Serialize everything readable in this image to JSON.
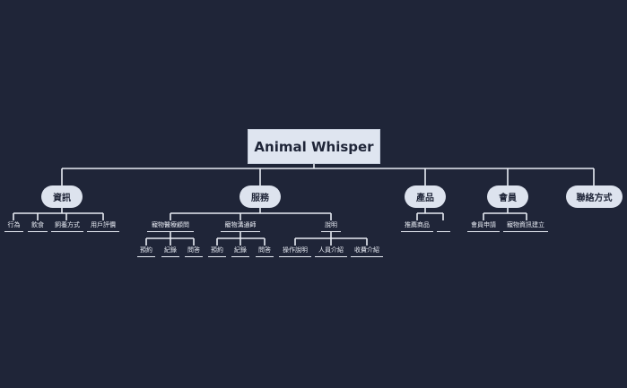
{
  "title": "Animal Whisper",
  "branches": [
    {
      "label": "資訊",
      "children": [
        "行為",
        "飲食",
        "飼養方式",
        "用戶評價"
      ]
    },
    {
      "label": "服務",
      "children": [
        {
          "label": "寵物醫療顧問",
          "children": [
            "預約",
            "紀錄",
            "問答"
          ]
        },
        {
          "label": "寵物溝通師",
          "children": [
            "預約",
            "紀錄",
            "問答"
          ]
        },
        {
          "label": "說明",
          "children": [
            "操作說明",
            "人員介紹",
            "收費介紹"
          ]
        }
      ]
    },
    {
      "label": "產品",
      "children": [
        "推薦商品",
        ""
      ]
    },
    {
      "label": "會員",
      "children": [
        "會員申請",
        "寵物資訊建立"
      ]
    },
    {
      "label": "聯絡方式",
      "children": []
    }
  ],
  "colors": {
    "background": "#1f2538",
    "node": "#dde3ee",
    "line": "#e8ecf4",
    "text_dark": "#1f2538"
  }
}
